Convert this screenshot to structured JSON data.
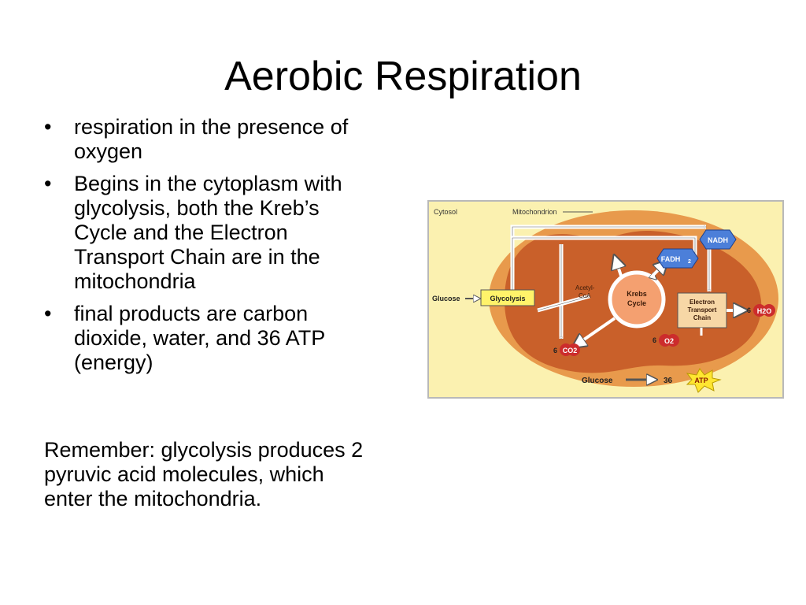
{
  "slide": {
    "title": "Aerobic Respiration",
    "bullets": [
      "respiration in the presence of oxygen",
      "Begins in the cytoplasm with glycolysis, both the Kreb’s Cycle and the Electron Transport Chain are in the mitochondria",
      "final products are carbon dioxide, water, and 36 ATP (energy)"
    ],
    "bullet_symbol": "•",
    "remember": "Remember: glycolysis produces 2 pyruvic acid molecules, which enter the mitochondria."
  },
  "diagram": {
    "cytosol": "Cytosol",
    "mitochondrion": "Mitochondrion",
    "glucose": "Glucose",
    "glycolysis": "Glycolysis",
    "acetyl_line1": "Acetyl-",
    "acetyl_line2": "CoA",
    "krebs_line1": "Krebs",
    "krebs_line2": "Cycle",
    "etc_line1": "Electron",
    "etc_line2": "Transport",
    "etc_line3": "Chain",
    "nadh": "NADH",
    "fadh2": "FADH",
    "fadh2_sub": "2",
    "co2_count": "6",
    "co2": "CO2",
    "o2_count": "6",
    "o2": "O2",
    "h2o_count": "6",
    "h2o": "H2O",
    "bottom_glucose": "Glucose",
    "atp_count": "36",
    "atp": "ATP",
    "colors": {
      "background": "#fbf1b0",
      "mitochondrion_outer": "#e89a4c",
      "mitochondrion_inner": "#c9602a",
      "krebs_fill": "#f4a070",
      "box_fill": "#f7d7a6",
      "glycolysis_fill": "#fff36a",
      "nadh_fill": "#4c7fd9",
      "red_molecule": "#cc2c2c",
      "atp_burst": "#ffe631"
    }
  }
}
